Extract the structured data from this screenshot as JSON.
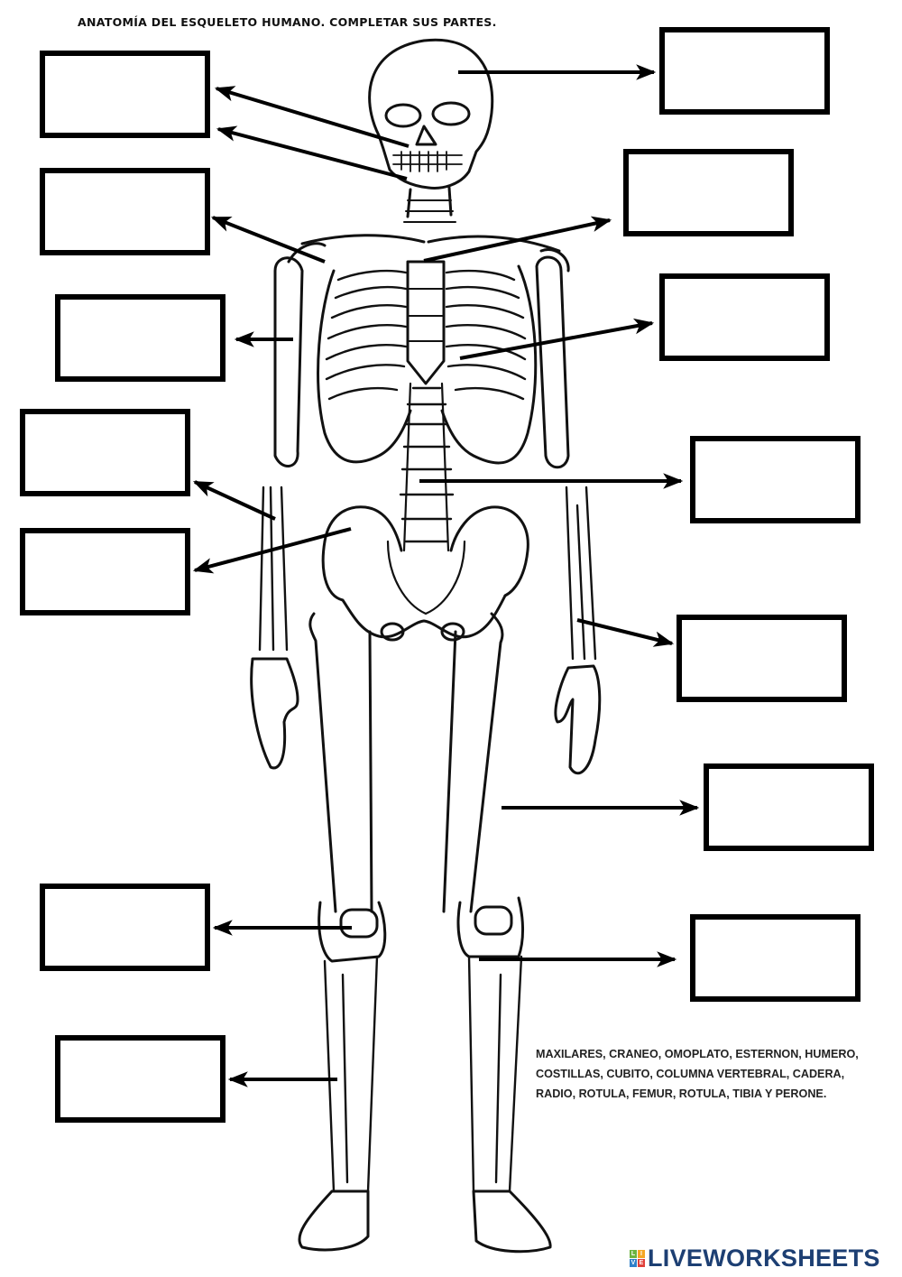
{
  "worksheet": {
    "title": "ANATOMÍA DEL ESQUELETO HUMANO. COMPLETAR SUS PARTES.",
    "word_bank": "MAXILARES, CRANEO, OMOPLATO, ESTERNON, HUMERO, COSTILLAS, CUBITO, COLUMNA VERTEBRAL, CADERA, RADIO, ROTULA, FEMUR, ROTULA, TIBIA Y PERONE.",
    "answer_boxes": [
      {
        "id": "left-1",
        "value": "",
        "placeholder": ""
      },
      {
        "id": "left-2",
        "value": "",
        "placeholder": ""
      },
      {
        "id": "left-3",
        "value": "",
        "placeholder": ""
      },
      {
        "id": "left-4",
        "value": "",
        "placeholder": ""
      },
      {
        "id": "left-5",
        "value": "",
        "placeholder": ""
      },
      {
        "id": "left-6",
        "value": "",
        "placeholder": ""
      },
      {
        "id": "left-7",
        "value": "",
        "placeholder": ""
      },
      {
        "id": "right-1",
        "value": "",
        "placeholder": ""
      },
      {
        "id": "right-2",
        "value": "",
        "placeholder": ""
      },
      {
        "id": "right-3",
        "value": "",
        "placeholder": ""
      },
      {
        "id": "right-4",
        "value": "",
        "placeholder": ""
      },
      {
        "id": "right-5",
        "value": "",
        "placeholder": ""
      },
      {
        "id": "right-6",
        "value": "",
        "placeholder": ""
      },
      {
        "id": "right-7",
        "value": "",
        "placeholder": ""
      }
    ]
  },
  "footer": {
    "logo_letters": [
      "L",
      "I",
      "V",
      "E"
    ],
    "logo_colors": [
      "#6cb33f",
      "#f5a623",
      "#2f80c9",
      "#e0403a"
    ],
    "brand": "LIVEWORKSHEETS",
    "brand_color": "#1d3f73"
  }
}
